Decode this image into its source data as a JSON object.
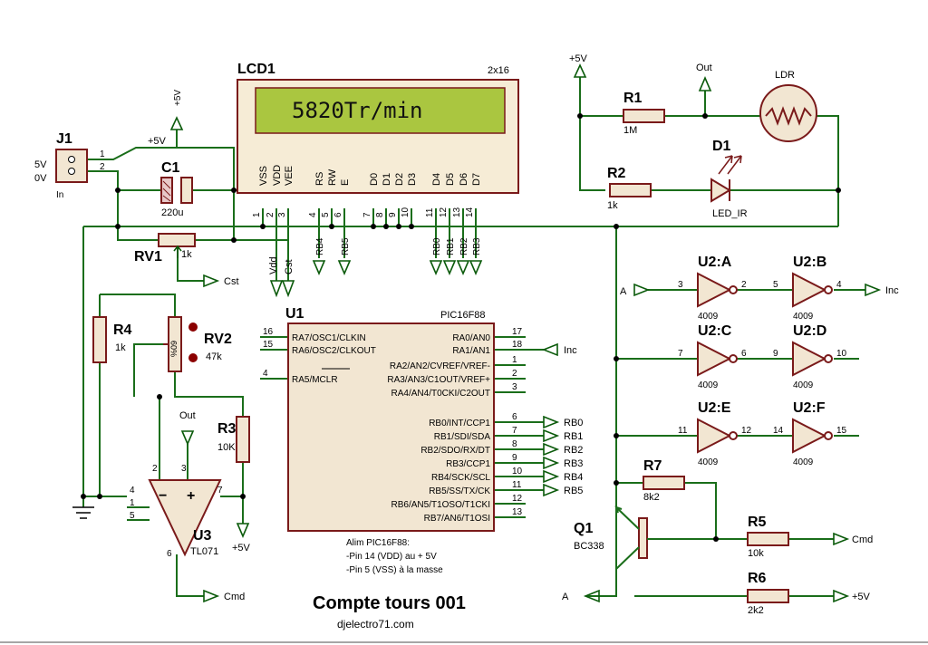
{
  "lcd": {
    "ref": "LCD1",
    "type": "2x16",
    "display": "5820Tr/min",
    "pins": [
      "VSS",
      "VDD",
      "VEE",
      "RS",
      "RW",
      "E",
      "D0",
      "D1",
      "D2",
      "D3",
      "D4",
      "D5",
      "D6",
      "D7"
    ],
    "numbers": [
      "1",
      "2",
      "3",
      "4",
      "5",
      "6",
      "7",
      "8",
      "9",
      "10",
      "11",
      "12",
      "13",
      "14"
    ]
  },
  "mcu": {
    "ref": "U1",
    "part": "PIC16F88",
    "left_pins": [
      {
        "num": "16",
        "name": "RA7/OSC1/CLKIN"
      },
      {
        "num": "15",
        "name": "RA6/OSC2/CLKOUT"
      },
      {
        "num": "4",
        "name": "RA5/MCLR"
      }
    ],
    "right_pins": [
      {
        "num": "17",
        "name": "RA0/AN0"
      },
      {
        "num": "18",
        "name": "RA1/AN1"
      },
      {
        "num": "1",
        "name": "RA2/AN2/CVREF/VREF-"
      },
      {
        "num": "2",
        "name": "RA3/AN3/C1OUT/VREF+"
      },
      {
        "num": "3",
        "name": "RA4/AN4/T0CKI/C2OUT"
      },
      {
        "num": "6",
        "name": "RB0/INT/CCP1"
      },
      {
        "num": "7",
        "name": "RB1/SDI/SDA"
      },
      {
        "num": "8",
        "name": "RB2/SDO/RX/DT"
      },
      {
        "num": "9",
        "name": "RB3/CCP1"
      },
      {
        "num": "10",
        "name": "RB4/SCK/SCL"
      },
      {
        "num": "11",
        "name": "RB5/SS/TX/CK"
      },
      {
        "num": "12",
        "name": "RB6/AN5/T1OSO/T1CKI"
      },
      {
        "num": "13",
        "name": "RB7/AN6/T1OSI"
      }
    ],
    "rb_labels": [
      "RB0",
      "RB1",
      "RB2",
      "RB3",
      "RB4",
      "RB5"
    ]
  },
  "lcd_bus_labels": [
    "RB4",
    "RB5",
    "RB0",
    "RB1",
    "RB2",
    "RB3"
  ],
  "connector": {
    "ref": "J1",
    "pin1": "1",
    "pin2": "2",
    "label1": "5V",
    "label2": "0V",
    "sub": "In"
  },
  "c1": {
    "ref": "C1",
    "value": "220u"
  },
  "rv1": {
    "ref": "RV1",
    "value": "1k"
  },
  "rv2": {
    "ref": "RV2",
    "value": "47k",
    "wiper": "%09"
  },
  "r1": {
    "ref": "R1",
    "value": "1M"
  },
  "r2": {
    "ref": "R2",
    "value": "1k"
  },
  "r3": {
    "ref": "R3",
    "value": "10K"
  },
  "r4": {
    "ref": "R4",
    "value": "1k"
  },
  "r5": {
    "ref": "R5",
    "value": "10k"
  },
  "r6": {
    "ref": "R6",
    "value": "2k2"
  },
  "r7": {
    "ref": "R7",
    "value": "8k2"
  },
  "ldr": {
    "ref": "LDR"
  },
  "d1": {
    "ref": "D1",
    "type": "LED_IR"
  },
  "q1": {
    "ref": "Q1",
    "part": "BC338"
  },
  "u3": {
    "ref": "U3",
    "part": "TL071",
    "pins": [
      "4",
      "1",
      "5",
      "2",
      "3",
      "7",
      "6"
    ],
    "minus": "−",
    "plus": "+"
  },
  "u2": {
    "part": "4009",
    "gates": [
      {
        "ref": "U2:A",
        "in": "3",
        "out": "2"
      },
      {
        "ref": "U2:B",
        "in": "5",
        "out": "4"
      },
      {
        "ref": "U2:C",
        "in": "7",
        "out": "6"
      },
      {
        "ref": "U2:D",
        "in": "9",
        "out": "10"
      },
      {
        "ref": "U2:E",
        "in": "11",
        "out": "12"
      },
      {
        "ref": "U2:F",
        "in": "14",
        "out": "15"
      }
    ]
  },
  "nets": {
    "vplus": "+5V",
    "out": "Out",
    "a": "A",
    "inc": "Inc",
    "cmd": "Cmd",
    "cst": "Cst",
    "vdd": "Vdd"
  },
  "notes": {
    "line1": "Alim PIC16F88:",
    "line2": "-Pin 14 (VDD) au + 5V",
    "line3": "-Pin 5 (VSS) à la masse"
  },
  "title": "Compte tours 001",
  "site": "djelectro71.com"
}
